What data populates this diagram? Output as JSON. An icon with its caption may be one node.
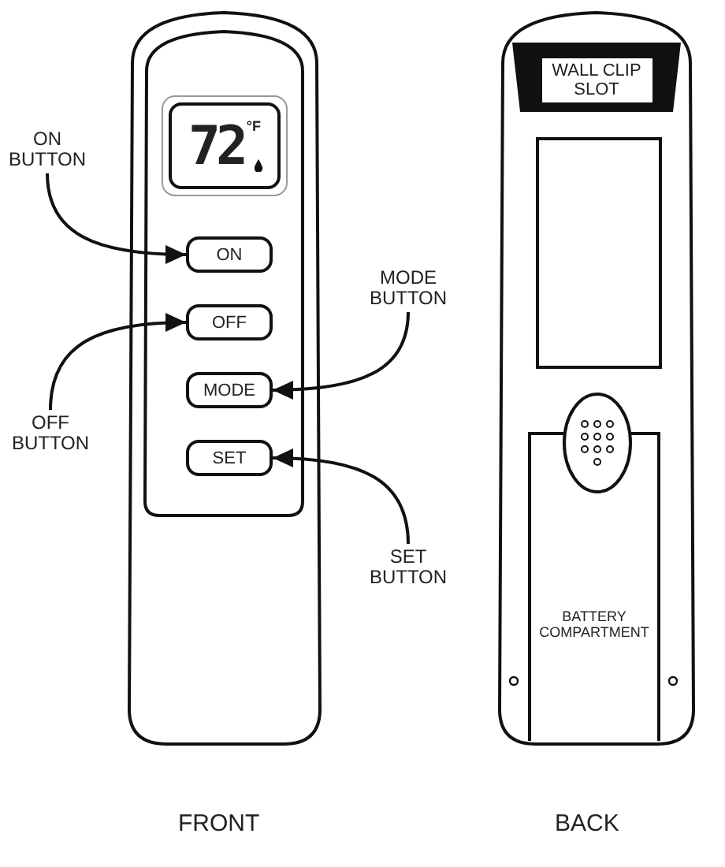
{
  "diagram": {
    "nodes": [
      {
        "text": [
          "72",
          "°F"
        ]
      },
      {
        "text": [
          "ON BUTTON"
        ]
      },
      {
        "text": [
          "ON"
        ]
      },
      {
        "text": [
          "OFF BUTTON"
        ]
      },
      {
        "text": [
          "OFF"
        ]
      },
      {
        "text": [
          "MODE BUTTON"
        ]
      },
      {
        "text": [
          "MODE"
        ]
      },
      {
        "text": [
          "SET BUTTON"
        ]
      },
      {
        "text": [
          "SET"
        ]
      },
      {
        "text": [
          "WALL CLIP SLOT"
        ]
      },
      {
        "text": [
          "BATTERY COMPARTMENT"
        ]
      }
    ],
    "edges": [
      {
        "from": 1,
        "to": 2,
        "arrow": "to"
      },
      {
        "from": 3,
        "to": 4,
        "arrow": "to"
      },
      {
        "from": 5,
        "to": 6,
        "arrow": "to"
      },
      {
        "from": 7,
        "to": 8,
        "arrow": "to"
      }
    ],
    "labels": [
      "FRONT",
      "BACK"
    ]
  }
}
